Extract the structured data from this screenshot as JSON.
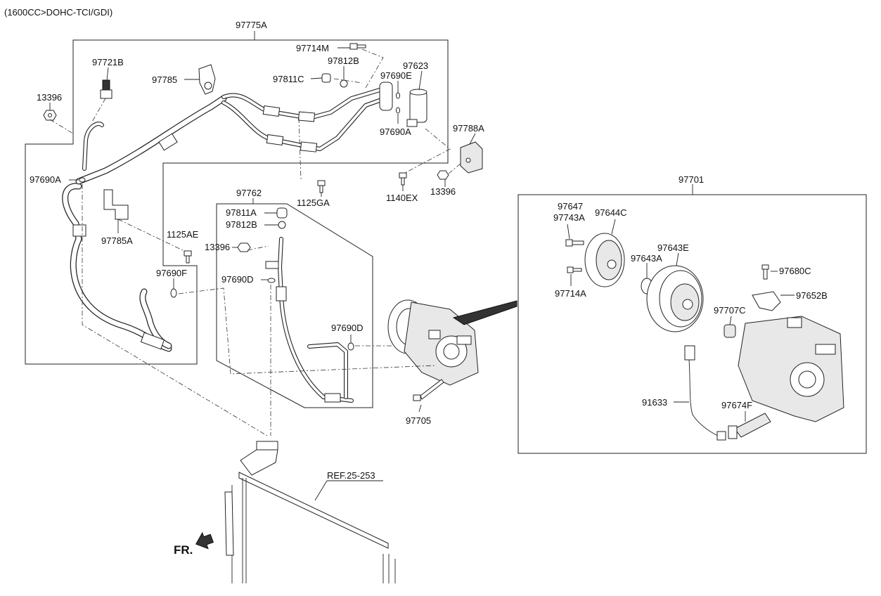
{
  "header": {
    "engine_variant": "(1600CC>DOHC-TCI/GDI)"
  },
  "labels": {
    "l_97775A": "97775A",
    "l_97714M": "97714M",
    "l_97721B": "97721B",
    "l_97812B_top": "97812B",
    "l_97623": "97623",
    "l_97785": "97785",
    "l_97811C": "97811C",
    "l_97690E": "97690E",
    "l_13396_top": "13396",
    "l_97690A_right": "97690A",
    "l_97788A": "97788A",
    "l_97690A_left": "97690A",
    "l_1125GA": "1125GA",
    "l_1140EX": "1140EX",
    "l_13396_right": "13396",
    "l_97701": "97701",
    "l_97762": "97762",
    "l_97811A": "97811A",
    "l_97812B_mid": "97812B",
    "l_13396_mid": "13396",
    "l_97785A": "97785A",
    "l_1125AE": "1125AE",
    "l_97690F": "97690F",
    "l_97690D_left": "97690D",
    "l_97690D_right": "97690D",
    "l_97705": "97705",
    "l_97647": "97647",
    "l_97743A": "97743A",
    "l_97644C": "97644C",
    "l_97643E": "97643E",
    "l_97643A": "97643A",
    "l_97680C": "97680C",
    "l_97652B": "97652B",
    "l_97714A": "97714A",
    "l_97707C": "97707C",
    "l_91633": "91633",
    "l_97674F": "97674F",
    "l_ref": "REF.25-253",
    "l_fr": "FR."
  }
}
